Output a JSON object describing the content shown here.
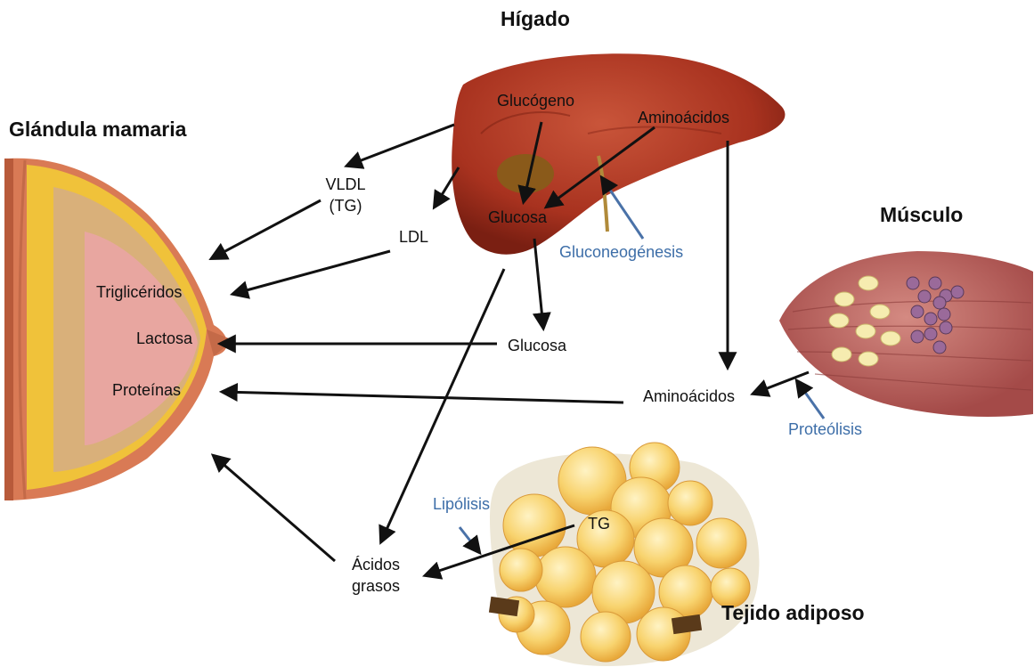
{
  "titles": {
    "liver": "Hígado",
    "mammary": "Glándula mamaria",
    "muscle": "Músculo",
    "adipose": "Tejido adiposo"
  },
  "liver_labels": {
    "glycogen": "Glucógeno",
    "amino_acids": "Aminoácidos",
    "glucose": "Glucosa",
    "gluconeogenesis": "Gluconeogénesis"
  },
  "mammary_labels": {
    "triglycerides": "Triglicéridos",
    "lactose": "Lactosa",
    "proteins": "Proteínas"
  },
  "flow_labels": {
    "vldl_line1": "VLDL",
    "vldl_line2": "(TG)",
    "ldl": "LDL",
    "glucose": "Glucosa",
    "amino_acids": "Aminoácidos",
    "proteolysis": "Proteólisis",
    "lipolysis": "Lipólisis",
    "tg": "TG",
    "fatty_acids_line1": "Ácidos",
    "fatty_acids_line2": "grasos"
  },
  "colors": {
    "liver": "#a8321f",
    "liver_highlight": "#c9553a",
    "gallbladder": "#8a5a1a",
    "mammary_outer": "#d97a55",
    "mammary_fat": "#f0c23a",
    "mammary_lobule": "#e8a6a0",
    "muscle": "#c06a66",
    "adipocyte": "#f8d36e",
    "arrow": "#111111",
    "label_blue": "#3d6ea8"
  }
}
